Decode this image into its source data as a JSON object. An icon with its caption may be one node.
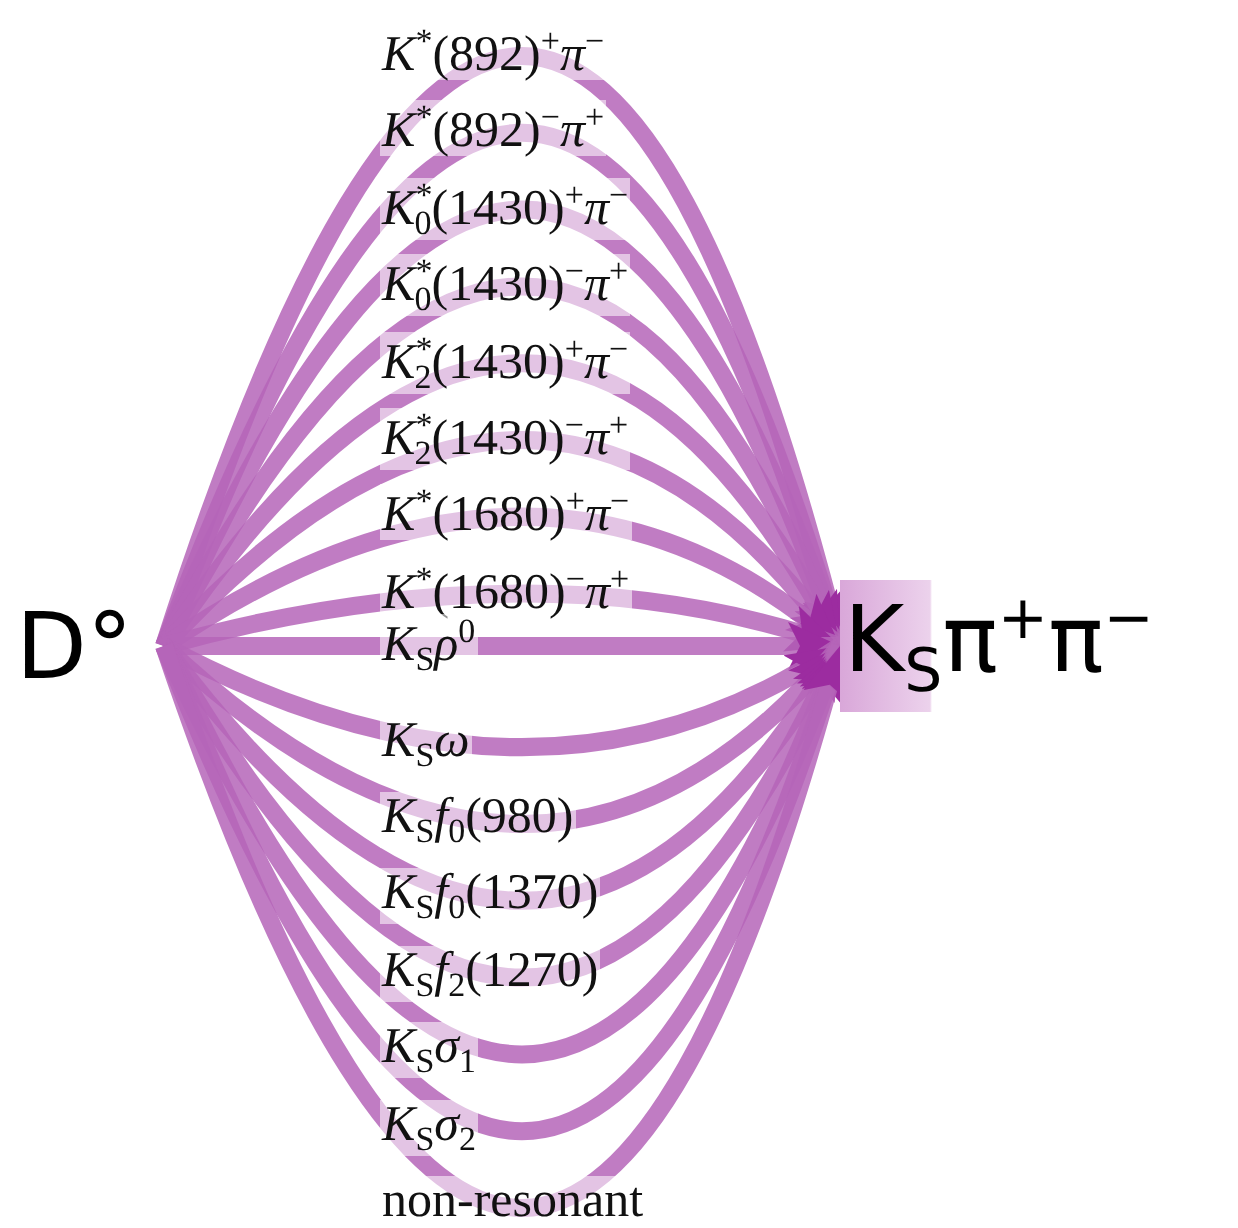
{
  "diagram": {
    "nodes": [
      {
        "text": [
          "D°"
        ]
      },
      {
        "text": [
          "K$_{S}$π$^{+}$π$^{−}$"
        ]
      }
    ],
    "edges": [
      {
        "from": 0,
        "to": 1,
        "arrow": "to",
        "label": "*K*$^{*}$(892)$^{+}$*π*$^{−}$"
      },
      {
        "from": 0,
        "to": 1,
        "arrow": "to",
        "label": "*K*$^{*}$(892)$^{−}$*π*$^{+}$"
      },
      {
        "from": 0,
        "to": 1,
        "arrow": "to",
        "label": "*K*$^{*}$$_{0}$(1430)$^{+}$*π*$^{−}$"
      },
      {
        "from": 0,
        "to": 1,
        "arrow": "to",
        "label": "*K*$^{*}$$_{0}$(1430)$^{−}$*π*$^{+}$"
      },
      {
        "from": 0,
        "to": 1,
        "arrow": "to",
        "label": "*K*$^{*}$$_{2}$(1430)$^{+}$*π*$^{−}$"
      },
      {
        "from": 0,
        "to": 1,
        "arrow": "to",
        "label": "*K*$^{*}$$_{2}$(1430)$^{−}$*π*$^{+}$"
      },
      {
        "from": 0,
        "to": 1,
        "arrow": "to",
        "label": "*K*$^{*}$(1680)$^{+}$*π*$^{−}$"
      },
      {
        "from": 0,
        "to": 1,
        "arrow": "to",
        "label": "*K*$^{*}$(1680)$^{−}$*π*$^{+}$"
      },
      {
        "from": 0,
        "to": 1,
        "arrow": "to",
        "label": "*K*$_{S}$*ρ*$^{0}$"
      },
      {
        "from": 0,
        "to": 1,
        "arrow": "to",
        "label": "*K*$_{S}$*ω*"
      },
      {
        "from": 0,
        "to": 1,
        "arrow": "to",
        "label": "*K*$_{S}$*f*$_{0}$(980)"
      },
      {
        "from": 0,
        "to": 1,
        "arrow": "to",
        "label": "*K*$_{S}$*f*$_{0}$(1370)"
      },
      {
        "from": 0,
        "to": 1,
        "arrow": "to",
        "label": "*K*$_{S}$*f*$_{2}$(1270)"
      },
      {
        "from": 0,
        "to": 1,
        "arrow": "to",
        "label": "*K*$_{S}$*σ*$_{1}$"
      },
      {
        "from": 0,
        "to": 1,
        "arrow": "to",
        "label": "*K*$_{S}$*σ*$_{2}$"
      },
      {
        "from": 0,
        "to": 1,
        "arrow": "to",
        "label": "non-resonant"
      }
    ]
  }
}
